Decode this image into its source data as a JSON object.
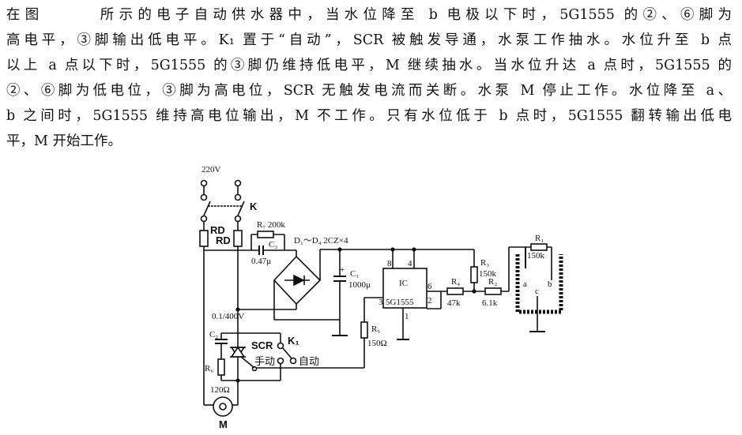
{
  "paragraph": [
    "在图　　　所示的电子自动供水器中，当水位降至 b 电极以下时，5G1555 的②、⑥脚为",
    "高电平，③脚输出低电平。K₁ 置于“自动”，SCR 被触发导通，水泵工作抽水。水位升至 b 点",
    "以上 a 点以下时，5G1555 的③脚仍维持低电平，M 继续抽水。当水位升达 a 点时，5G1555 的",
    "②、⑥脚为低电位，③脚为高电位，SCR 无触发电流而关断。水泵 M 停止工作。水位降至 a、",
    "b 之间时，5G1555 维持高电位输出，M 不工作。只有水位低于 b 点时，5G1555 翻转输出低电",
    "平，M 开始工作。"
  ],
  "diagram": {
    "supply": "220V",
    "switch_k": "K",
    "fuse_left": "RD",
    "fuse_right": "RD",
    "r7": "R₇ 200k",
    "c3": "C₃",
    "c3_value": "0.47μ",
    "bridge": "D₁～D₄ 2CZ×4",
    "c1": "C₁",
    "c1_value": "1000μ",
    "ic": "IC",
    "ic_part": "5G1555",
    "pin8": "8",
    "pin4": "4",
    "pin6": "6",
    "pin2": "2",
    "pin3": "3",
    "pin1": "1",
    "r4": "R₄",
    "r4_value": "47k",
    "r3": "R₃",
    "r3_value": "150k",
    "r2": "R₂",
    "r2_value": "6.1k",
    "r1": "R₁",
    "r1_value": "150k",
    "electrode_a": "a",
    "electrode_b": "b",
    "electrode_c": "c",
    "c2_value": "0.1/400V",
    "c2": "C₂",
    "r6": "R₆",
    "r6_value": "120Ω",
    "r5": "R₅",
    "r5_value": "150Ω",
    "scr": "SCR",
    "k1": "K₁",
    "manual": "手动",
    "auto": "自动",
    "motor": "M"
  }
}
